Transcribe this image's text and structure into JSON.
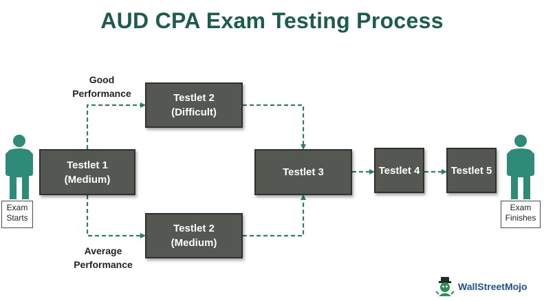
{
  "title": "AUD CPA Exam Testing Process",
  "colors": {
    "title": "#1e5b4f",
    "box_fill": "#555753",
    "arrow": "#2e7d6b",
    "person": "#2e8b77"
  },
  "nodes": {
    "testlet1": {
      "line1": "Testlet 1",
      "line2": "(Medium)"
    },
    "testlet2_difficult": {
      "line1": "Testlet 2",
      "line2": "(Difficult)"
    },
    "testlet2_medium": {
      "line1": "Testlet 2",
      "line2": "(Medium)"
    },
    "testlet3": {
      "label": "Testlet 3"
    },
    "testlet4": {
      "label": "Testlet 4"
    },
    "testlet5": {
      "label": "Testlet 5"
    }
  },
  "branch_labels": {
    "good": {
      "line1": "Good",
      "line2": "Performance"
    },
    "average": {
      "line1": "Average",
      "line2": "Performance"
    }
  },
  "start": {
    "line1": "Exam",
    "line2": "Starts",
    "icon": "person-icon"
  },
  "finish": {
    "line1": "Exam",
    "line2": "Finishes",
    "icon": "person-icon"
  },
  "logo": {
    "text": "WallStreetMojo",
    "icon": "mascot-logo-icon"
  }
}
